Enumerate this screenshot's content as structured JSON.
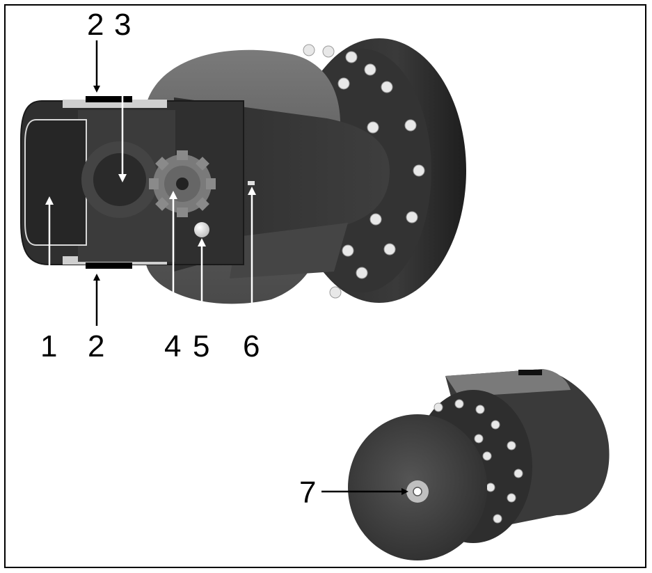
{
  "callouts": {
    "c1": "1",
    "c2_top": "2",
    "c3": "3",
    "c2_bottom": "2",
    "c4": "4",
    "c5": "5",
    "c6": "6",
    "c7": "7"
  },
  "colors": {
    "body_dark": "#3a3a3a",
    "body_mid": "#555555",
    "body_light": "#8a8a8a",
    "stud": "#e6e6e6",
    "arrow_black": "#000000",
    "arrow_white": "#ffffff"
  }
}
